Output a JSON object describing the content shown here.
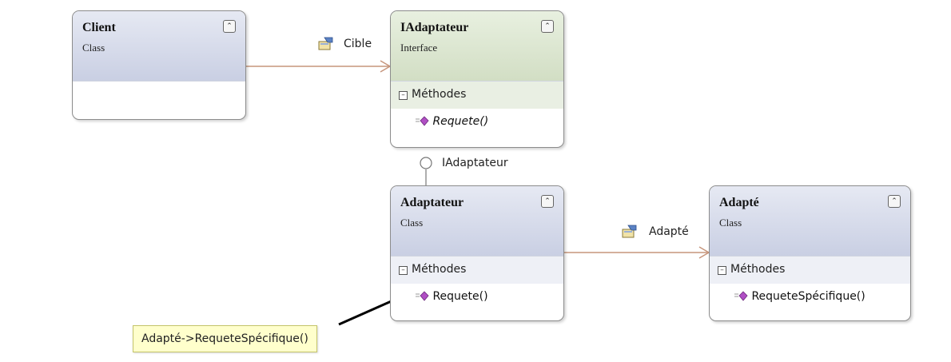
{
  "classes": {
    "client": {
      "name": "Client",
      "kind": "Class"
    },
    "iadaptateur": {
      "name": "IAdaptateur",
      "kind": "Interface",
      "section": "Méthodes",
      "method": "Requete()"
    },
    "adaptateur": {
      "name": "Adaptateur",
      "kind": "Class",
      "section": "Méthodes",
      "method": "Requete()"
    },
    "adapte": {
      "name": "Adapté",
      "kind": "Class",
      "section": "Méthodes",
      "method": "RequeteSpécifique()"
    }
  },
  "associations": {
    "cible": "Cible",
    "adapte": "Adapté"
  },
  "lollipop_label": "IAdaptateur",
  "note": "Adapté->RequeteSpécifique()",
  "colors": {
    "association_line": "#c6957c",
    "note_fill": "#ffffcc",
    "class_header": "#c9cfe3",
    "interface_header": "#d2dec4"
  }
}
